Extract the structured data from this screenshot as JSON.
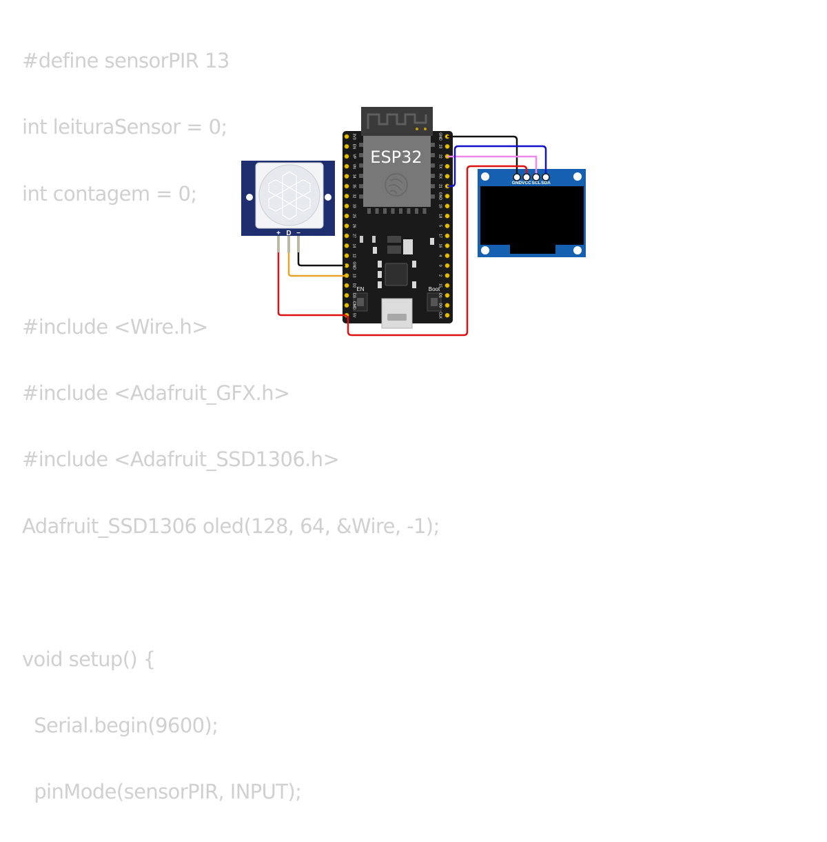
{
  "code": [
    "#define sensorPIR 13",
    "int leituraSensor = 0;",
    "int contagem = 0;",
    "",
    "#include <Wire.h>",
    "#include <Adafruit_GFX.h>",
    "#include <Adafruit_SSD1306.h>",
    "Adafruit_SSD1306 oled(128, 64, &Wire, -1);",
    "",
    "void setup() {",
    "  Serial.begin(9600);",
    "  pinMode(sensorPIR, INPUT);"
  ],
  "esp32": {
    "name": "ESP32",
    "left_pins": [
      "3V3",
      "EN",
      "VP",
      "VN",
      "34",
      "35",
      "32",
      "33",
      "25",
      "26",
      "27",
      "14",
      "12",
      "GND",
      "13",
      "D2",
      "D3",
      "CMD",
      "5V"
    ],
    "right_pins": [
      "GND",
      "23",
      "22",
      "TX",
      "RX",
      "21",
      "GND",
      "19",
      "18",
      "5",
      "17",
      "16",
      "4",
      "0",
      "2",
      "15",
      "D1",
      "D0",
      "CLK"
    ],
    "en_label": "EN",
    "boot_label": "Boot"
  },
  "pir": {
    "pins": [
      "+",
      "D",
      "−"
    ]
  },
  "oled": {
    "pins": [
      "GND",
      "VCC",
      "SCL",
      "SDA"
    ]
  },
  "colors": {
    "code_text": "#d0d0d0",
    "pcb_black": "#1a1a1a",
    "pir_blue": "#1f2e6e",
    "oled_blue": "#1560b0",
    "wire_red": "#dd1111",
    "wire_black": "#111111",
    "wire_orange": "#e6a52a",
    "wire_blue": "#1111cc",
    "wire_pink": "#ee88ee",
    "pin_gold": "#e6c000"
  }
}
